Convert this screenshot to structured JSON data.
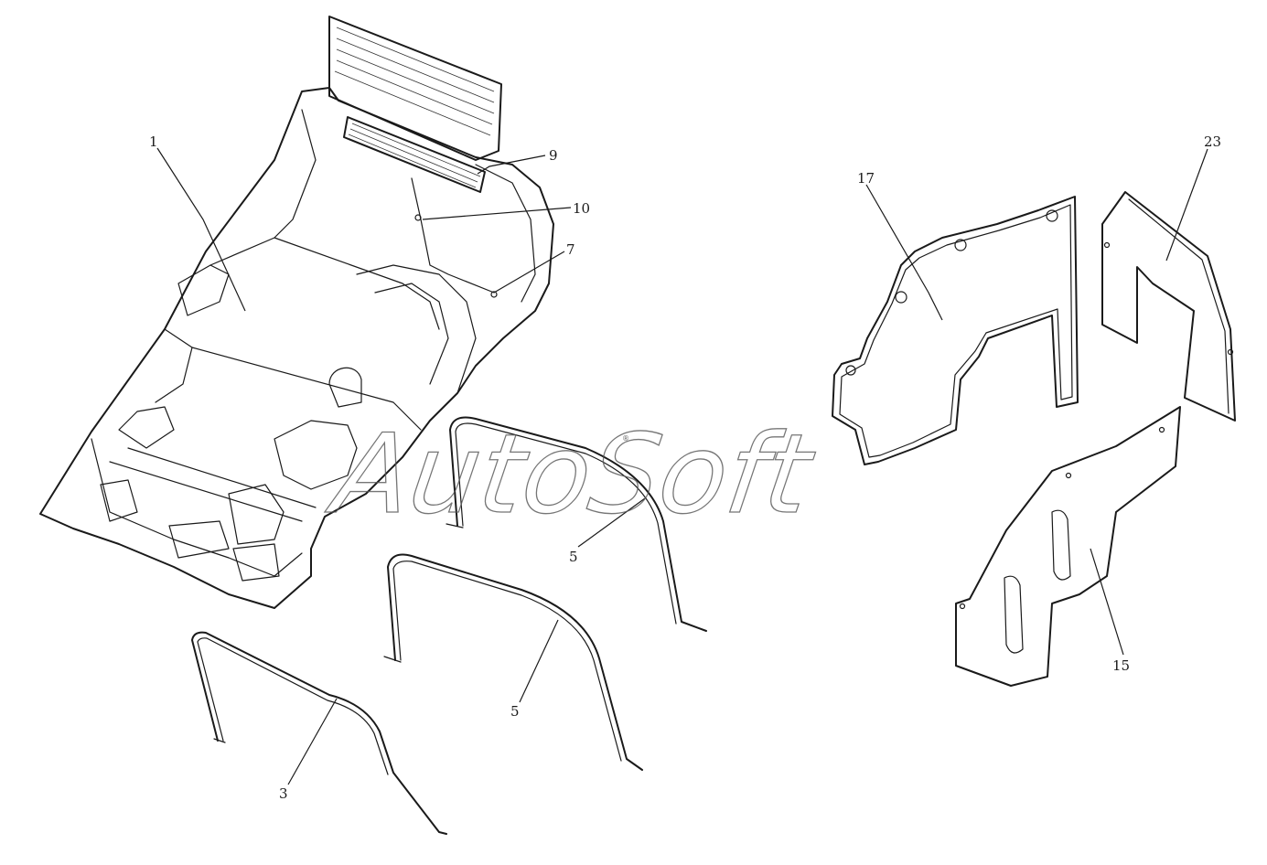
{
  "watermark": {
    "text": "AutoSoft",
    "mark": "®"
  },
  "callouts": [
    {
      "id": "c1",
      "label": "1"
    },
    {
      "id": "c9",
      "label": "9"
    },
    {
      "id": "c10",
      "label": "10"
    },
    {
      "id": "c7",
      "label": "7"
    },
    {
      "id": "c5a",
      "label": "5"
    },
    {
      "id": "c5b",
      "label": "5"
    },
    {
      "id": "c3",
      "label": "3"
    },
    {
      "id": "c17",
      "label": "17"
    },
    {
      "id": "c23",
      "label": "23"
    },
    {
      "id": "c15",
      "label": "15"
    }
  ],
  "colors": {
    "line": "#1a1a1a",
    "background": "#ffffff"
  }
}
